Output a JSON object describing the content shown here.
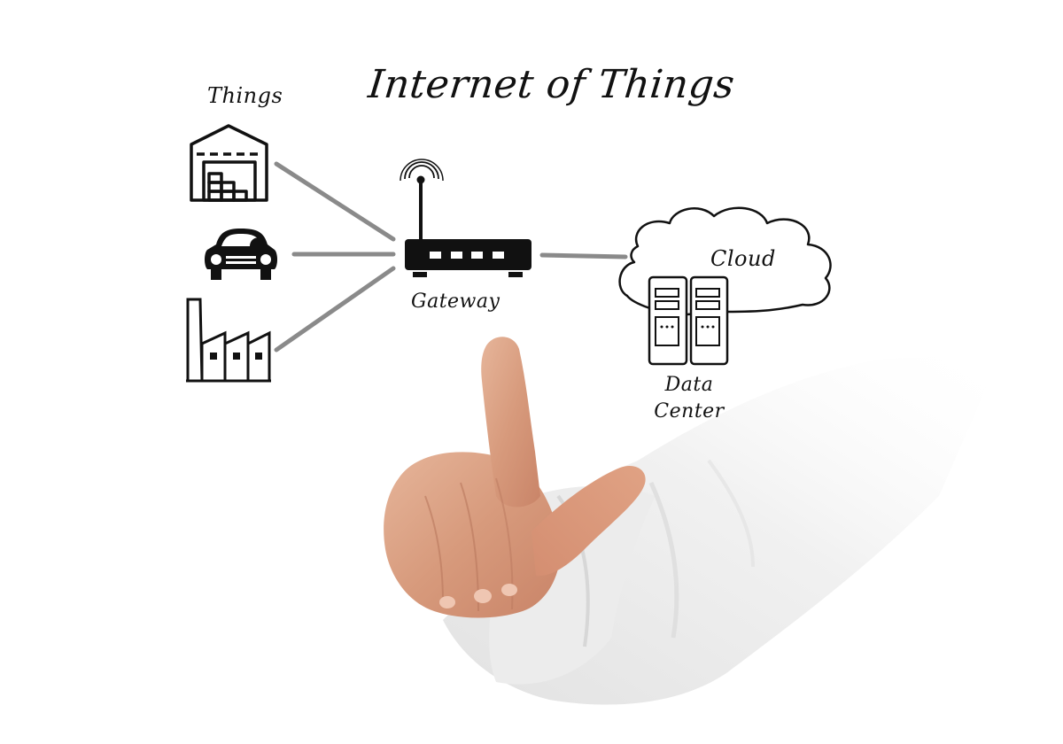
{
  "diagram": {
    "title": "Internet of Things",
    "things_group": {
      "label": "Things",
      "items": [
        {
          "name": "Warehouse",
          "icon": "warehouse-icon"
        },
        {
          "name": "Car",
          "icon": "car-icon"
        },
        {
          "name": "Factory",
          "icon": "factory-icon"
        }
      ]
    },
    "gateway": {
      "label": "Gateway",
      "icon": "router-icon"
    },
    "cloud": {
      "label": "Cloud",
      "icon": "cloud-icon"
    },
    "data_center": {
      "label_line1": "Data",
      "label_line2": "Center",
      "icon": "server-rack-icon"
    },
    "connections": [
      {
        "from": "Warehouse",
        "to": "Gateway"
      },
      {
        "from": "Car",
        "to": "Gateway"
      },
      {
        "from": "Factory",
        "to": "Gateway"
      },
      {
        "from": "Gateway",
        "to": "Cloud"
      }
    ],
    "colors": {
      "icon_stroke": "#111111",
      "connector": "#8a8a8a",
      "background": "#ffffff",
      "skin": "#d79a7c",
      "sleeve": "#eeeeee"
    }
  },
  "decoration": {
    "hand": "pointing-hand-icon",
    "sleeve": "white-shirt-sleeve"
  }
}
